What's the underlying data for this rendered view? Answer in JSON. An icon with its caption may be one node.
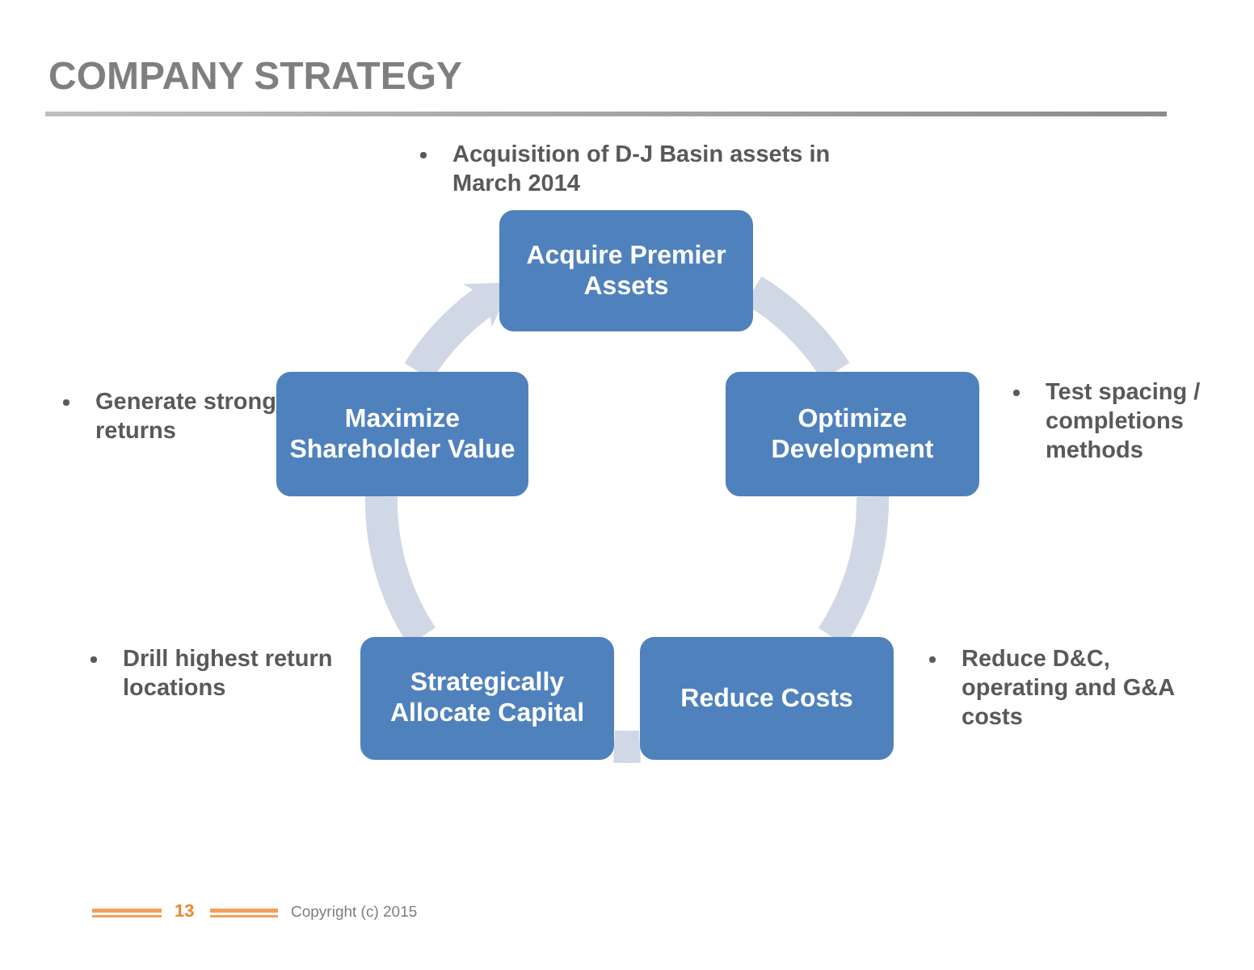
{
  "diagram": {
    "title": "COMPANY STRATEGY",
    "nodes": [
      {
        "text": [
          "Acquire Premier Assets"
        ],
        "beside": [
          "Acquisition of D-J Basin assets in March 2014"
        ]
      },
      {
        "text": [
          "Optimize Development"
        ],
        "beside": [
          "Test spacing / completions methods"
        ]
      },
      {
        "text": [
          "Reduce Costs"
        ],
        "beside": [
          "Reduce D&C, operating and G&A costs"
        ]
      },
      {
        "text": [
          "Strategically Allocate Capital"
        ],
        "beside": [
          "Drill highest return locations"
        ]
      },
      {
        "text": [
          "Maximize Shareholder Value"
        ],
        "beside": [
          "Generate strong returns"
        ]
      }
    ],
    "edges": [
      {
        "from": 0,
        "to": 1,
        "arrow": "none"
      },
      {
        "from": 1,
        "to": 2,
        "arrow": "none"
      },
      {
        "from": 2,
        "to": 3,
        "arrow": "none"
      },
      {
        "from": 3,
        "to": 4,
        "arrow": "none"
      },
      {
        "from": 4,
        "to": 0,
        "arrow": "to"
      }
    ],
    "labels": [
      "13",
      "Copyright (c) 2015"
    ]
  }
}
